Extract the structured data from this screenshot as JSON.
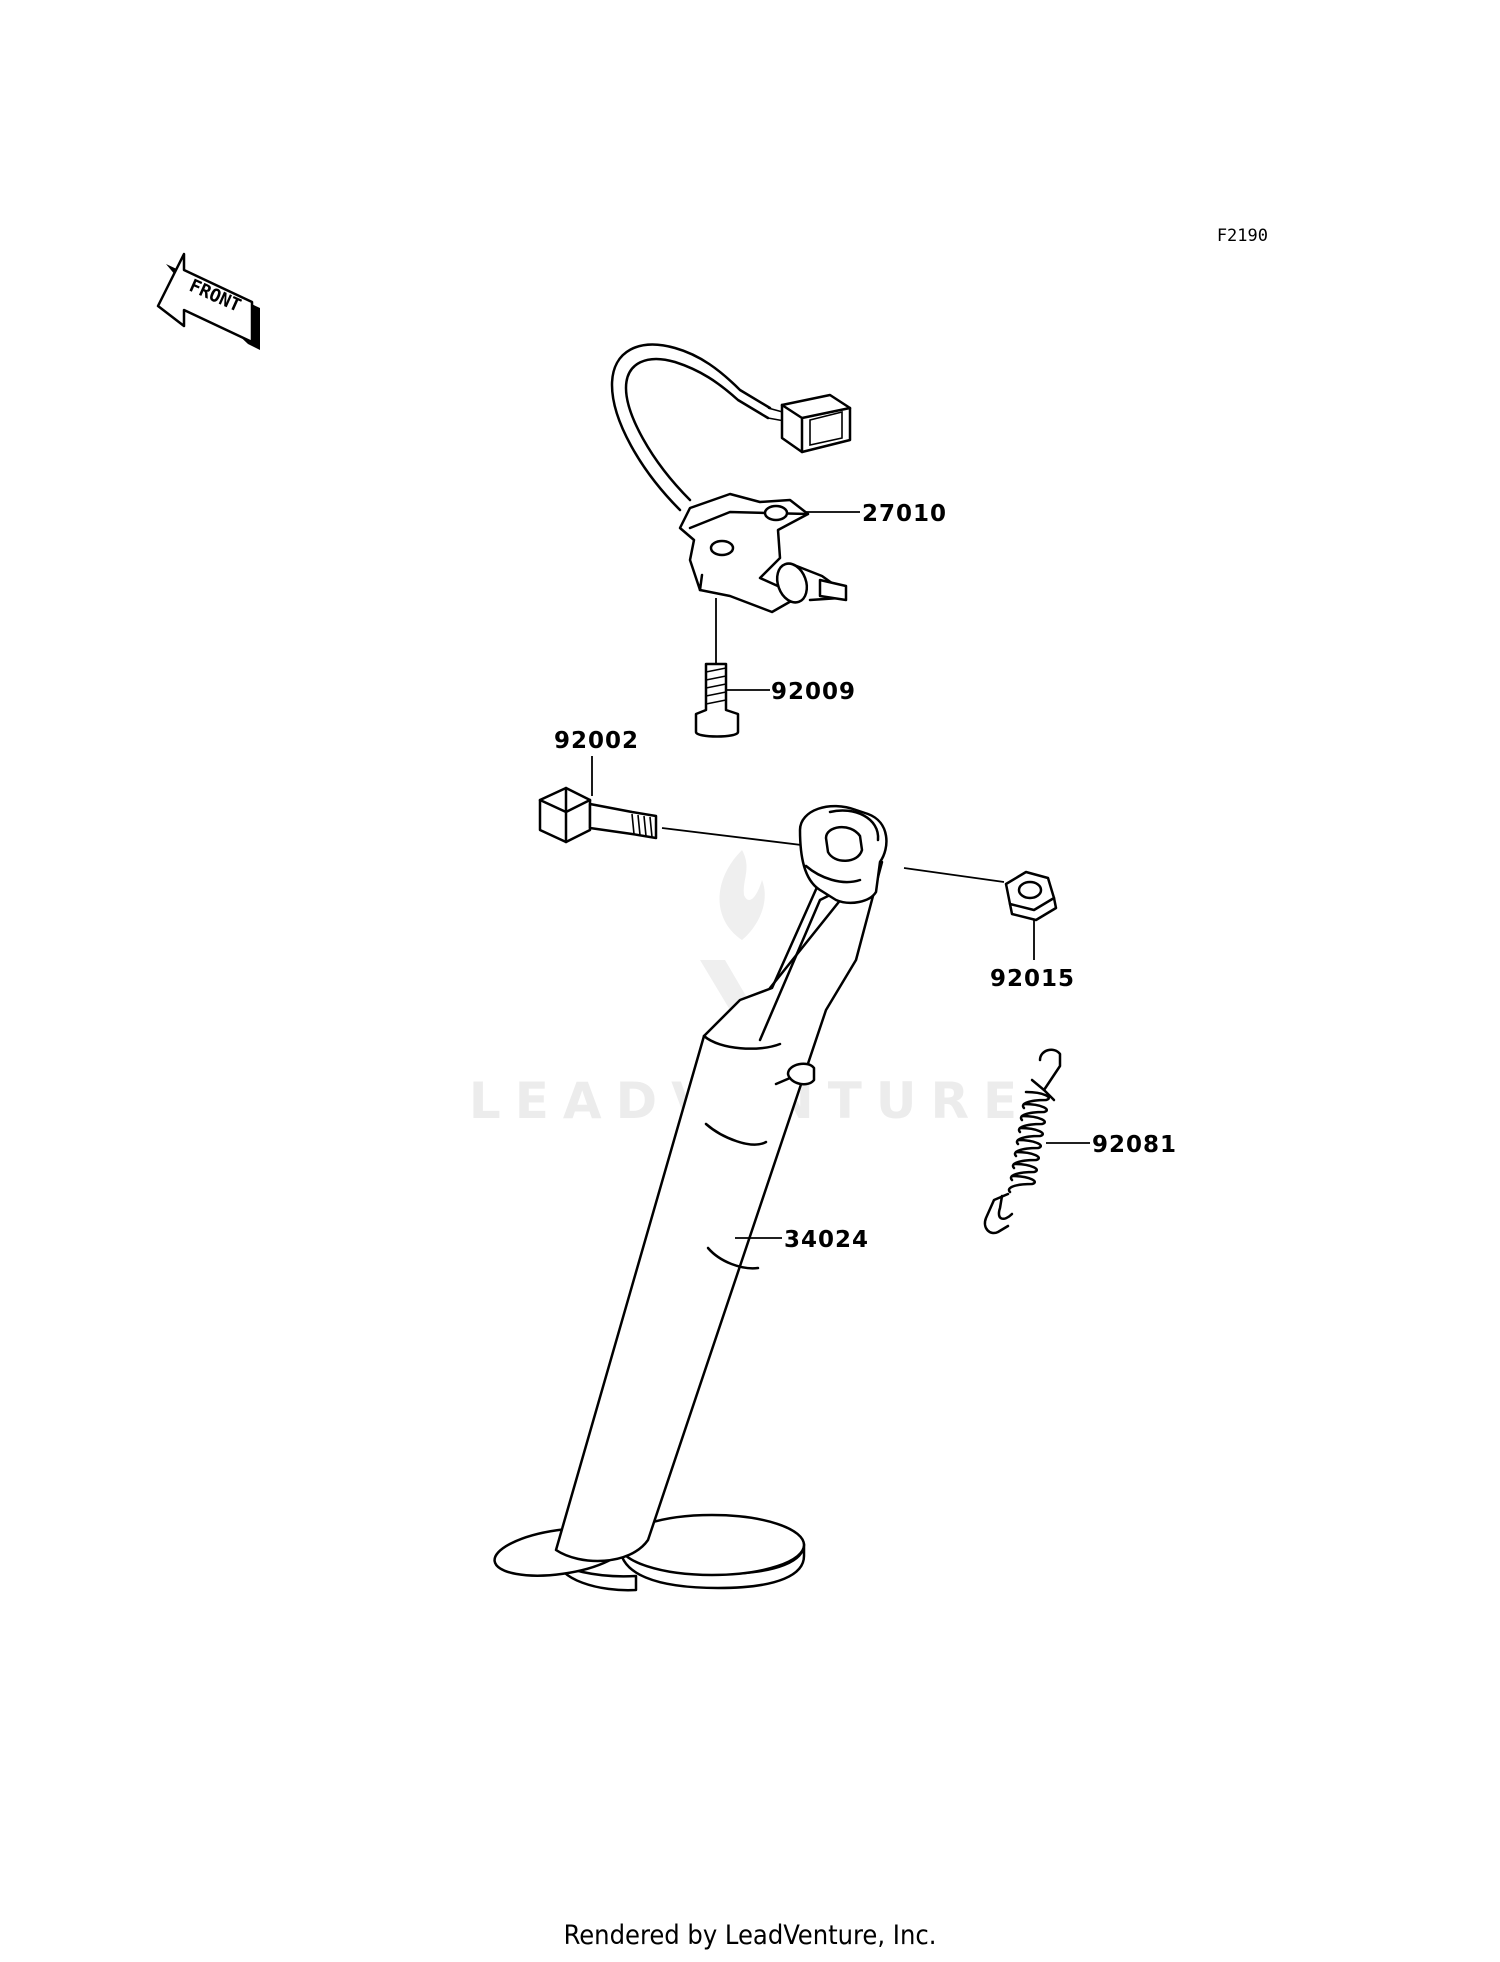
{
  "figure_code": "F2190",
  "front_label": "FRONT",
  "watermark": "LEADVENTURE",
  "footer": "Rendered by LeadVenture, Inc.",
  "parts": {
    "switch": "27010",
    "screw": "92009",
    "bolt": "92002",
    "nut": "92015",
    "spring": "92081",
    "stand": "34024"
  }
}
